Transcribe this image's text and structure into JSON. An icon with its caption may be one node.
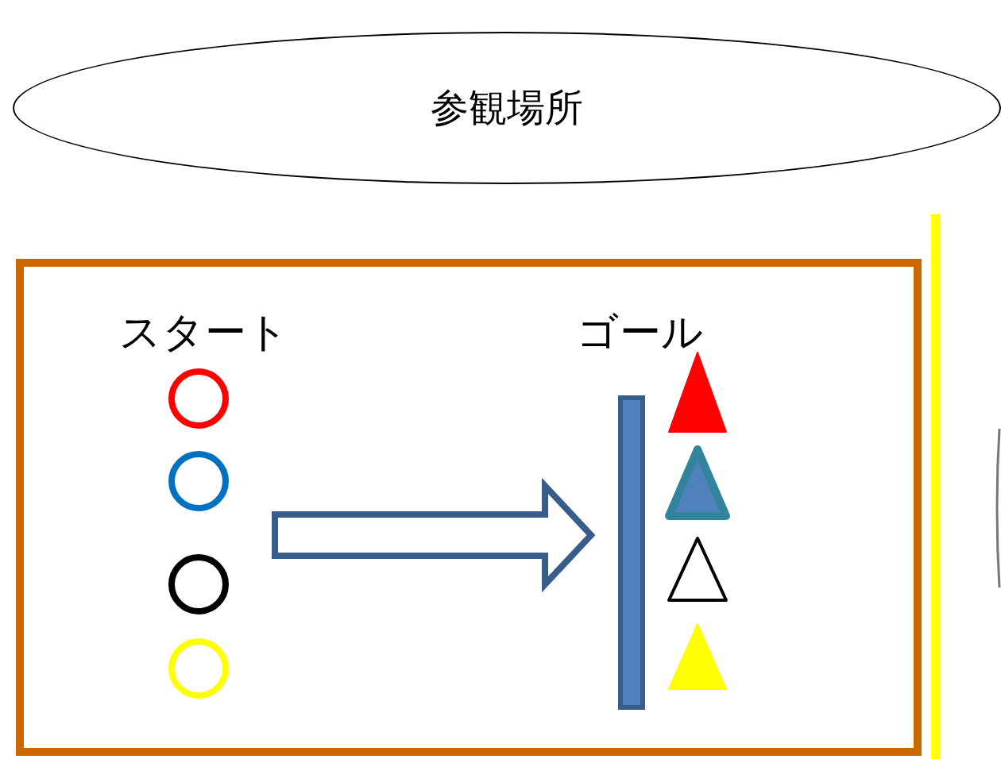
{
  "diagram": {
    "nodes": [
      {
        "text": [
          "参観場所"
        ]
      },
      {
        "text": [],
        "shape": "box"
      },
      {
        "text": [
          "スタート"
        ],
        "in": 1
      },
      {
        "text": [
          "ゴール"
        ],
        "in": 1
      },
      {
        "text": [],
        "shape": "bar",
        "in": 1
      }
    ],
    "edges": [
      {
        "from": null,
        "to": 4,
        "arrow": "to",
        "style": "thick"
      }
    ]
  }
}
